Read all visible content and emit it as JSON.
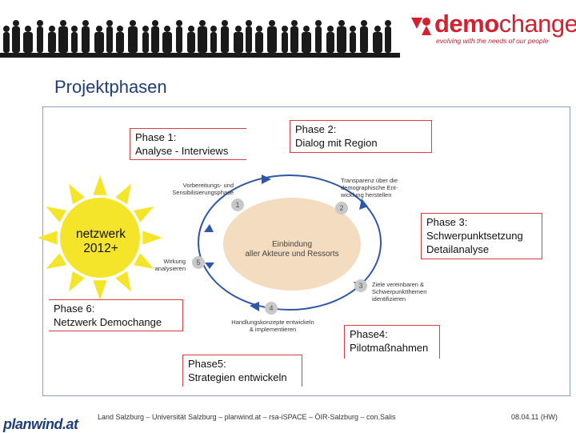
{
  "brand": {
    "name_bold": "demo",
    "name_light": "change",
    "tagline": "evolving with the needs of our people",
    "color": "#d6202e"
  },
  "slide": {
    "title": "Projektphasen"
  },
  "diagram": {
    "phases": {
      "p1": {
        "line1": "Phase 1:",
        "line2": "Analyse - Interviews"
      },
      "p2": {
        "line1": "Phase 2:",
        "line2": "Dialog mit Region"
      },
      "p3": {
        "line1": "Phase 3:",
        "line2": "Schwerpunktsetzung",
        "line3": "Detailanalyse"
      },
      "p4": {
        "line1": "Phase4:",
        "line2": "Pilotmaßnahmen"
      },
      "p5": {
        "line1": "Phase5:",
        "line2": "Strategien entwickeln"
      },
      "p6": {
        "line1": "Phase 6:",
        "line2": "Netzwerk Demochange"
      }
    },
    "sun": {
      "line1": "netzwerk",
      "line2": "2012+"
    },
    "center": {
      "line1": "Einbindung",
      "line2": "aller Akteure und Ressorts"
    },
    "steps": [
      "1",
      "2",
      "3",
      "4",
      "5"
    ],
    "notes": {
      "n1": {
        "line1": "Vorbereitungs- und",
        "line2": "Sensibilisierungsphase"
      },
      "n2": {
        "line1": "Transparenz über die",
        "line2": "demographische Ent-",
        "line3": "wicklung herstellen"
      },
      "n3": {
        "line1": "Ziele vereinbaren &",
        "line2": "Schwerpunktthemen",
        "line3": "identifizieren"
      },
      "n4": {
        "line1": "Handlungskonzepte entwickeln",
        "line2": "& implementieren"
      },
      "n5": {
        "line1": "Wirkung",
        "line2": "analysieren"
      }
    },
    "colors": {
      "box_border": "#d54040",
      "cycle": "#2f57a8",
      "sun": "#f5e52a",
      "center_fill": "#f3dcc0"
    }
  },
  "footer": {
    "logo": "planwind.at",
    "credits": "Land Salzburg – Universität Salzburg – planwind.at – rsa-iSPACE – ÖIR-Salzburg – con.Salis",
    "date": "08.04.11 (HW)"
  }
}
